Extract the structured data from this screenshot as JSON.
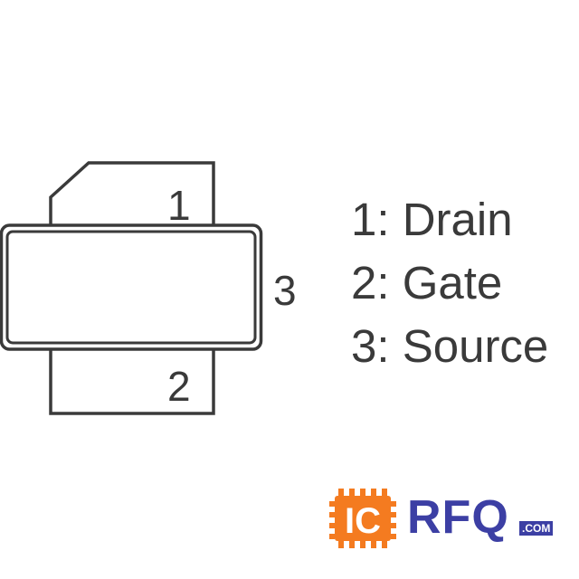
{
  "pins": [
    {
      "number": "1",
      "label": "1: Drain"
    },
    {
      "number": "2",
      "label": "2: Gate"
    },
    {
      "number": "3",
      "label": "3: Source"
    }
  ],
  "logo": {
    "chip_text": "IC",
    "wordmark": "RFQ",
    "suffix": ".COM"
  },
  "colors": {
    "outline": "#3a3a3a",
    "text": "#3a3a3a",
    "logo_orange": "#f47b20",
    "logo_blue": "#3c3fa4"
  }
}
